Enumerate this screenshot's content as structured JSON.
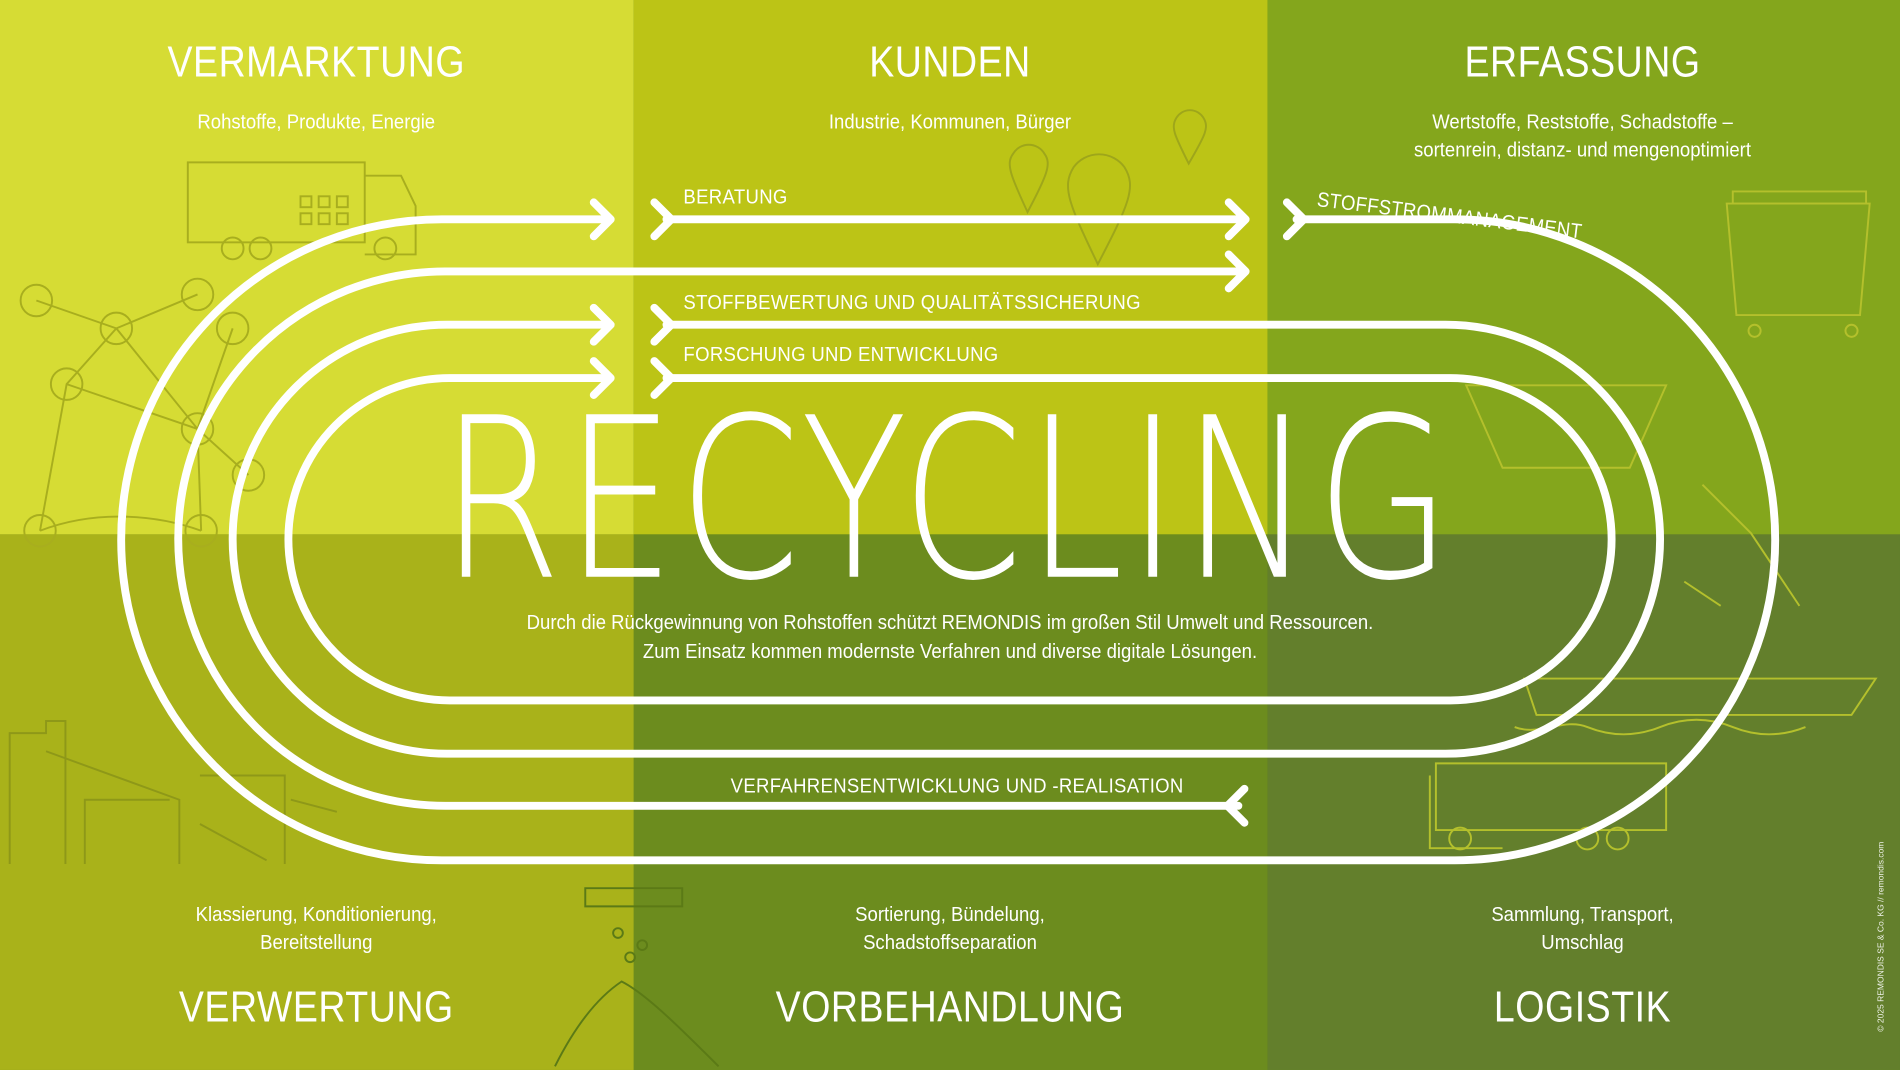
{
  "colors": {
    "top_left": "#d6dc34",
    "top_mid": "#bcc416",
    "top_right": "#84a61c",
    "bottom_left": "#a9b21a",
    "bottom_mid": "#6c8c1e",
    "bottom_right": "#637f2c",
    "lines": "#ffffff"
  },
  "sections": {
    "vermarktung": {
      "title": "VERMARKTUNG",
      "sub": "Rohstoffe, Produkte, Energie"
    },
    "kunden": {
      "title": "KUNDEN",
      "sub": "Industrie, Kommunen, Bürger"
    },
    "erfassung": {
      "title": "ERFASSUNG",
      "sub1": "Wertstoffe, Reststoffe, Schadstoffe –",
      "sub2": "sortenrein, distanz- und mengenoptimiert"
    },
    "verwertung": {
      "title": "VERWERTUNG",
      "sub1": "Klassierung, Konditionierung,",
      "sub2": "Bereitstellung"
    },
    "vorbehandlung": {
      "title": "VORBEHANDLUNG",
      "sub1": "Sortierung, Bündelung,",
      "sub2": "Schadstoffseparation"
    },
    "logistik": {
      "title": "LOGISTIK",
      "sub1": "Sammlung, Transport,",
      "sub2": "Umschlag"
    }
  },
  "tracks": {
    "beratung": "BERATUNG",
    "stoffstrom": "STOFFSTROMMANAGEMENT",
    "stoffbewertung": "STOFFBEWERTUNG UND QUALITÄTSSICHERUNG",
    "forschung": "FORSCHUNG UND ENTWICKLUNG",
    "verfahren": "VERFAHRENSENTWICKLUNG UND -REALISATION"
  },
  "center": {
    "title": "RECYCLING",
    "line1": "Durch die Rückgewinnung von Rohstoffen schützt REMONDIS im großen Stil Umwelt und Ressourcen.",
    "line2": "Zum Einsatz kommen modernste Verfahren und diverse digitale Lösungen."
  },
  "copyright": "© 2025 REMONDIS SE & Co. KG // remondis.com"
}
